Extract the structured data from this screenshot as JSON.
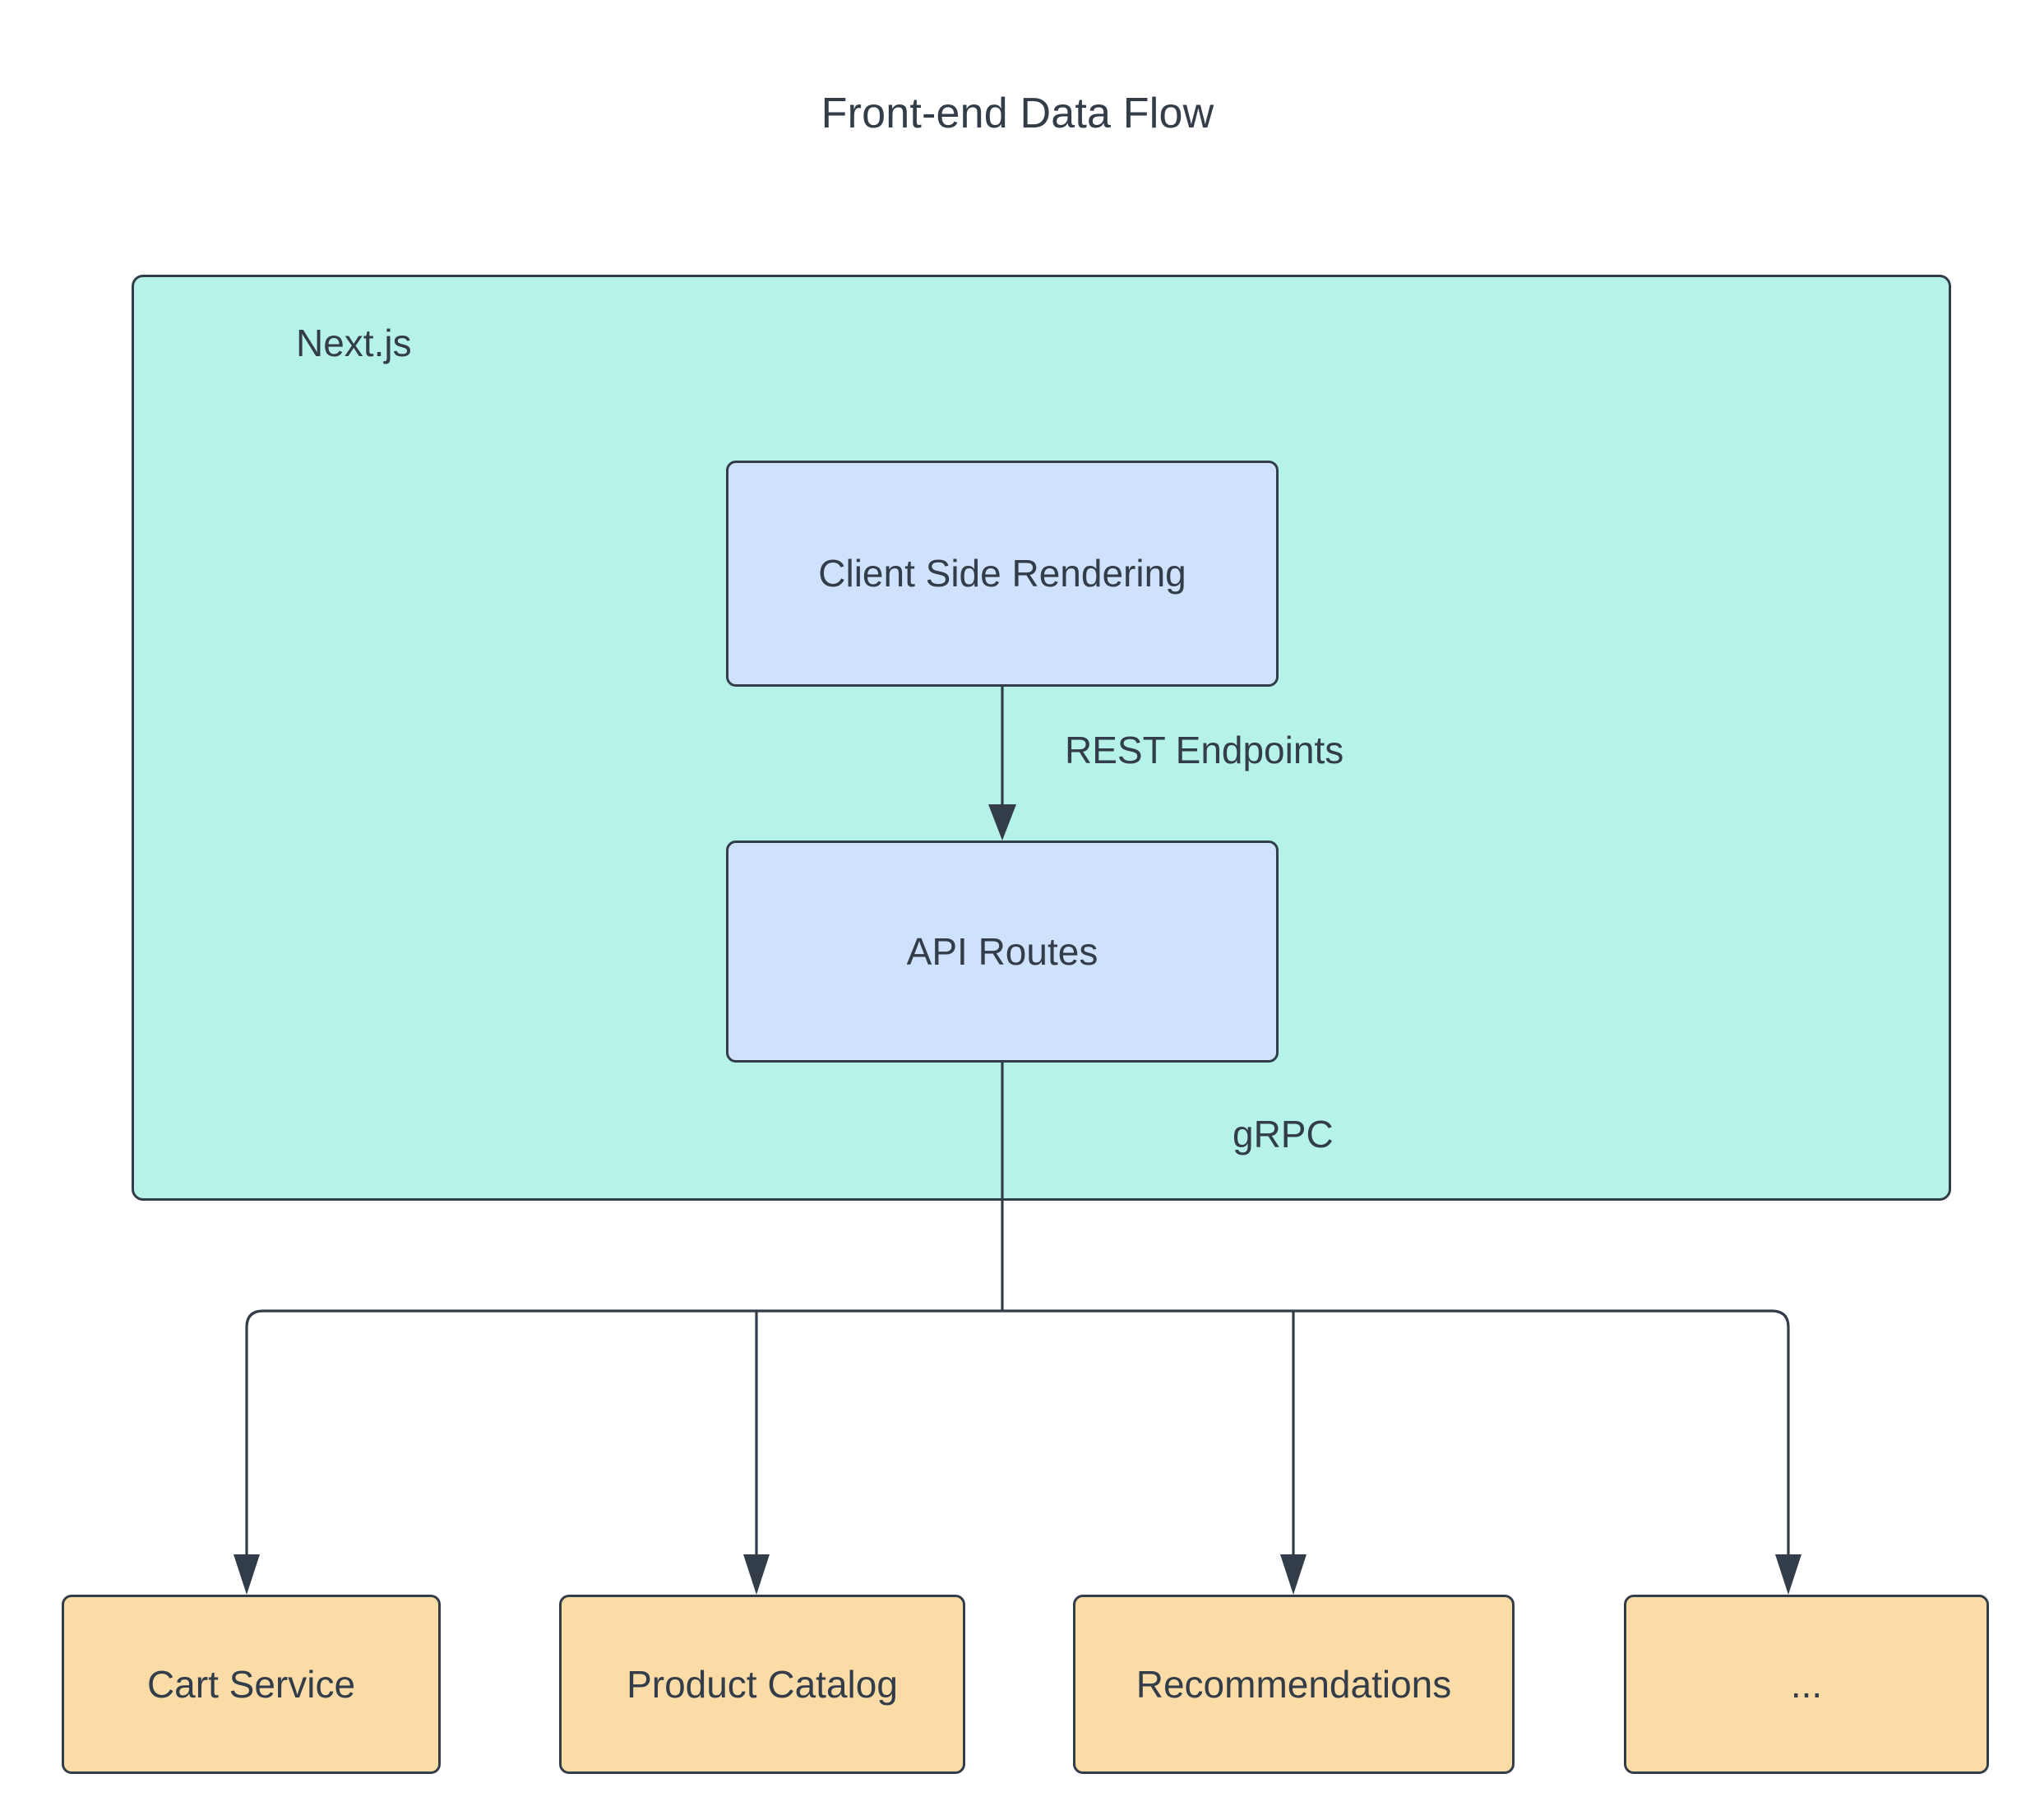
{
  "diagram": {
    "title": "Front-end Data Flow",
    "type": "flowchart",
    "direction": "top-down",
    "colors": {
      "subgraph_fill": "#b5f2e8",
      "process_fill": "#cfe2fd",
      "service_fill": "#fbdca7",
      "stroke": "#333d49",
      "text": "#333d49",
      "background": "#ffffff"
    },
    "subgraph": {
      "label": "Next.js",
      "nodes": [
        {
          "id": "csr",
          "label": "Client Side Rendering",
          "shape": "rounded-rect",
          "fill": "#cfe2fd"
        },
        {
          "id": "api",
          "label": "API Routes",
          "shape": "rounded-rect",
          "fill": "#cfe2fd"
        }
      ]
    },
    "services": [
      {
        "id": "cart",
        "label": "Cart Service",
        "shape": "rounded-rect",
        "fill": "#fbdca7"
      },
      {
        "id": "product",
        "label": "Product Catalog",
        "shape": "rounded-rect",
        "fill": "#fbdca7"
      },
      {
        "id": "recommendations",
        "label": "Recommendations",
        "shape": "rounded-rect",
        "fill": "#fbdca7"
      },
      {
        "id": "more",
        "label": "...",
        "shape": "rounded-rect",
        "fill": "#fbdca7"
      }
    ],
    "edges": [
      {
        "from": "csr",
        "to": "api",
        "label": "REST Endpoints",
        "arrow": "open-arrow"
      },
      {
        "from": "api",
        "to": "cart",
        "label": "gRPC",
        "arrow": "open-arrow"
      },
      {
        "from": "api",
        "to": "product",
        "label": "gRPC",
        "arrow": "open-arrow"
      },
      {
        "from": "api",
        "to": "recommendations",
        "label": "gRPC",
        "arrow": "open-arrow"
      },
      {
        "from": "api",
        "to": "more",
        "label": "gRPC",
        "arrow": "open-arrow"
      }
    ],
    "edge_labels": {
      "rest": "REST Endpoints",
      "grpc": "gRPC"
    }
  }
}
